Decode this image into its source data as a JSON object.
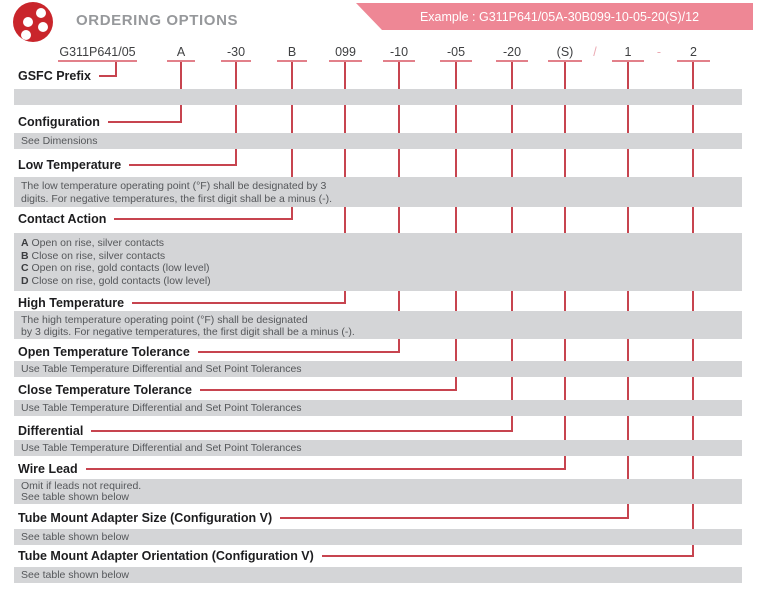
{
  "header": {
    "logo": "four-dots-logo",
    "title": "ORDERING OPTIONS",
    "example": "Example : G311P641/05A-30B099-10-05-20(S)/12"
  },
  "part_code": {
    "segments": [
      {
        "text": "G311P641/05",
        "underlined": true,
        "connects_to": "gsfc-prefix"
      },
      {
        "text": "A",
        "underlined": true,
        "connects_to": "configuration"
      },
      {
        "text": "-30",
        "underlined": true,
        "connects_to": "low-temperature"
      },
      {
        "text": "B",
        "underlined": true,
        "connects_to": "contact-action"
      },
      {
        "text": "099",
        "underlined": true,
        "connects_to": "high-temperature"
      },
      {
        "text": "-10",
        "underlined": true,
        "connects_to": "open-temperature-tolerance"
      },
      {
        "text": "-05",
        "underlined": true,
        "connects_to": "close-temperature-tolerance"
      },
      {
        "text": "-20",
        "underlined": true,
        "connects_to": "differential"
      },
      {
        "text": "(S)",
        "underlined": true,
        "connects_to": "wire-lead"
      },
      {
        "text": "/",
        "underlined": false,
        "connects_to": ""
      },
      {
        "text": "1",
        "underlined": true,
        "connects_to": "tube-mount-adapter-size"
      },
      {
        "text": "-",
        "underlined": false,
        "connects_to": ""
      },
      {
        "text": "2",
        "underlined": true,
        "connects_to": "tube-mount-adapter-orientation"
      }
    ]
  },
  "sections": [
    {
      "id": "gsfc-prefix",
      "label": "GSFC Prefix",
      "lines": []
    },
    {
      "id": "configuration",
      "label": "Configuration",
      "lines": [
        "See Dimensions"
      ]
    },
    {
      "id": "low-temperature",
      "label": "Low Temperature",
      "lines": [
        "The low temperature operating point (°F) shall be designated by 3",
        "digits. For negative temperatures, the first digit shall be a minus (-)."
      ]
    },
    {
      "id": "contact-action",
      "label": "Contact Action",
      "options": [
        {
          "key": "A",
          "text": "Open on rise, silver contacts"
        },
        {
          "key": "B",
          "text": "Close on rise, silver contacts"
        },
        {
          "key": "C",
          "text": "Open on rise, gold contacts (low level)"
        },
        {
          "key": "D",
          "text": "Close on rise, gold contacts (low level)"
        }
      ]
    },
    {
      "id": "high-temperature",
      "label": "High Temperature",
      "lines": [
        "The high temperature operating point (°F) shall be designated",
        "by 3 digits. For negative temperatures, the first digit shall be a minus (-)."
      ]
    },
    {
      "id": "open-temperature-tolerance",
      "label": "Open Temperature Tolerance",
      "lines": [
        "Use Table Temperature Differential and Set Point Tolerances"
      ]
    },
    {
      "id": "close-temperature-tolerance",
      "label": "Close Temperature Tolerance",
      "lines": [
        "Use Table Temperature Differential and Set Point Tolerances"
      ]
    },
    {
      "id": "differential",
      "label": "Differential",
      "lines": [
        "Use Table Temperature Differential and Set Point Tolerances"
      ]
    },
    {
      "id": "wire-lead",
      "label": "Wire Lead",
      "lines": [
        "Omit if leads not required.",
        "See table shown below"
      ]
    },
    {
      "id": "tube-mount-adapter-size",
      "label": "Tube Mount Adapter Size (Configuration V)",
      "lines": [
        "See table shown below"
      ]
    },
    {
      "id": "tube-mount-adapter-orientation",
      "label": "Tube Mount Adapter Orientation (Configuration V)",
      "lines": [
        "See table shown below"
      ]
    }
  ],
  "colors": {
    "accent_red": "#c7444f",
    "underline_red": "#e2808a",
    "banner_pink": "#ee8795",
    "logo_red": "#c9252b",
    "title_gray": "#96989b",
    "bar_gray": "#d4d5d7"
  }
}
